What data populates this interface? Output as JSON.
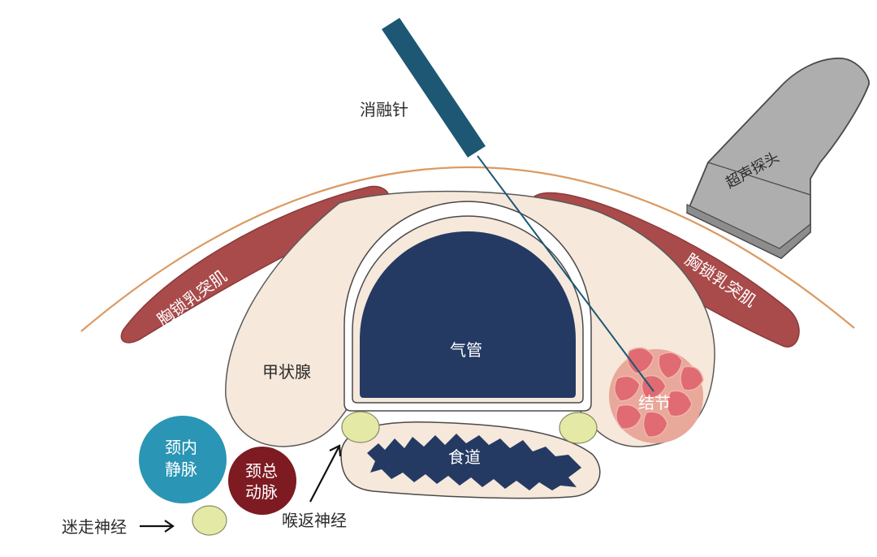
{
  "labels": {
    "needle": "消融针",
    "probe": "超声探头",
    "muscle_left": "胸锁乳突肌",
    "muscle_right": "胸锁乳突肌",
    "thyroid": "甲状腺",
    "trachea": "气管",
    "nodule": "结节",
    "esophagus": "食道",
    "jugular_line1": "颈内",
    "jugular_line2": "静脉",
    "carotid_line1": "颈总",
    "carotid_line2": "动脉",
    "vagus": "迷走神经",
    "recurrent": "喉返神经"
  },
  "colors": {
    "skin_line": "#dc9a62",
    "muscle": "#a94b4a",
    "thyroid": "#f6e8da",
    "trachea": "#243a63",
    "needle": "#1d5773",
    "nodule_outer": "#e8a89a",
    "nodule_lobe": "#e06b72",
    "nerve": "#e4eaa6",
    "jugular": "#2a95b4",
    "carotid": "#7d1a22",
    "probe": "#aeaeae"
  }
}
